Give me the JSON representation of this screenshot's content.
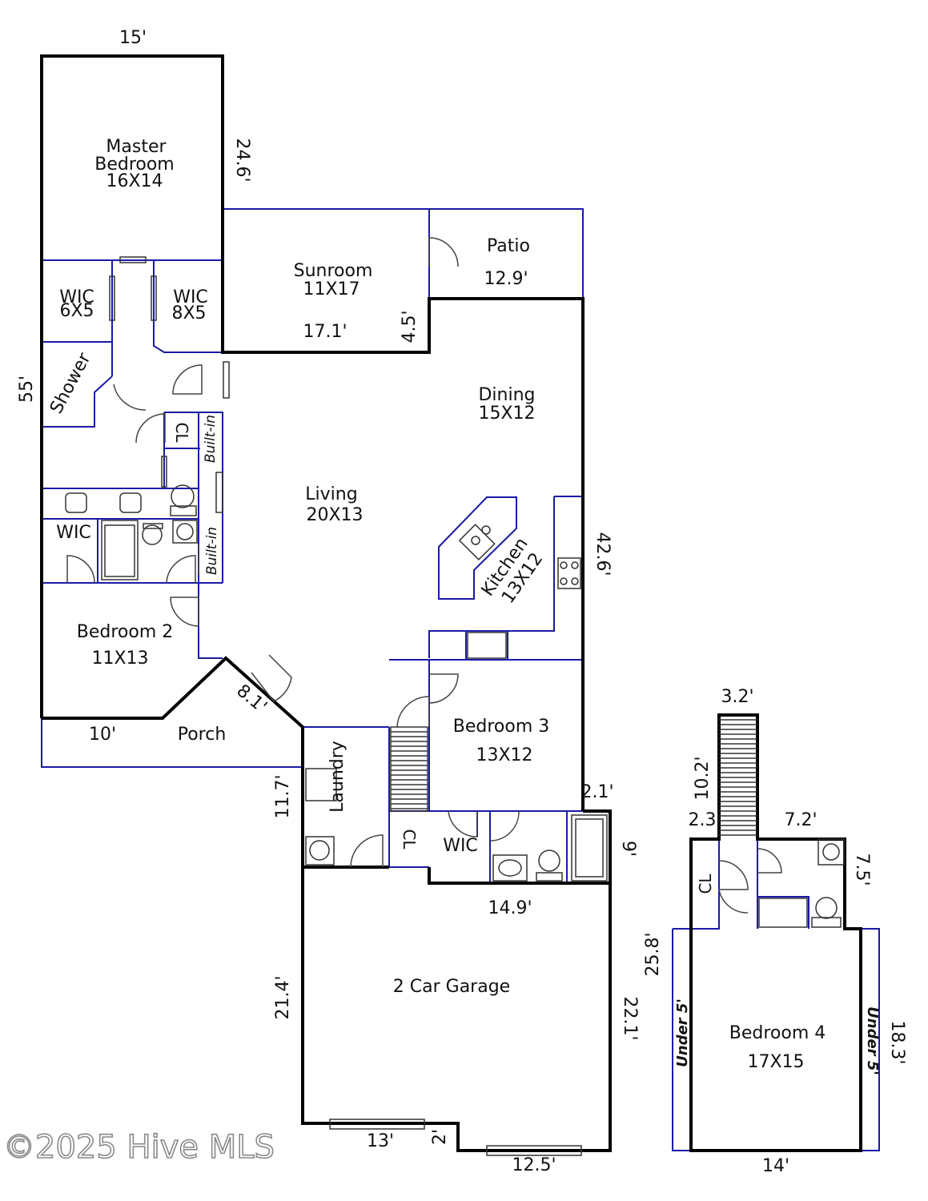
{
  "colors": {
    "walls": "#000000",
    "interior_lines": "#1a1aa8",
    "background": "#ffffff"
  },
  "rooms": {
    "master_bedroom": [
      "Master",
      "Bedroom",
      "16X14"
    ],
    "sunroom": [
      "Sunroom",
      "11X17"
    ],
    "patio": "Patio",
    "wic_left": [
      "WIC",
      "6X5"
    ],
    "wic_right": [
      "WIC",
      "8X5"
    ],
    "shower": "Shower",
    "cl_master": "CL",
    "built_in_upper": "Built-in",
    "built_in_lower": "Built-in",
    "wic_bath": "WIC",
    "dining": [
      "Dining",
      "15X12"
    ],
    "living": [
      "Living",
      "20X13"
    ],
    "kitchen": [
      "Kitchen",
      "13X12"
    ],
    "bedroom2": [
      "Bedroom 2",
      "11X13"
    ],
    "porch": "Porch",
    "bedroom3": [
      "Bedroom 3",
      "13X12"
    ],
    "laundry": "Laundry",
    "cl_hall": "CL",
    "wic_bed3": "WIC",
    "garage": "2 Car Garage",
    "bedroom4": [
      "Bedroom 4",
      "17X15"
    ],
    "cl_bed4": "CL",
    "under5_left": "Under 5'",
    "under5_right": "Under 5'"
  },
  "dimensions": {
    "top_width": "15'",
    "master_depth": "24.6'",
    "overall_length": "55'",
    "patio_width": "12.9'",
    "sunroom_width": "17.1'",
    "sunroom_step": "4.5'",
    "kitchen_side": "42.6'",
    "porch_angle": "8.1'",
    "porch_width": "10'",
    "laundry_depth": "11.7'",
    "bath_step": "2.1'",
    "bath_depth": "9'",
    "garage_top": "14.9'",
    "garage_left": "21.4'",
    "garage_right": "22.1'",
    "garage_bottom_left": "13'",
    "garage_step": "2'",
    "garage_bottom_right": "12.5'",
    "stair_width": "3.2'",
    "stair_length": "10.2'",
    "bonus_step": "2.3'",
    "bonus_bath_width": "7.2'",
    "bonus_bath_depth": "7.5'",
    "bonus_total_depth": "25.8'",
    "bonus_room_depth": "18.3'",
    "bonus_width": "14'"
  },
  "watermark": "©2025 Hive MLS"
}
